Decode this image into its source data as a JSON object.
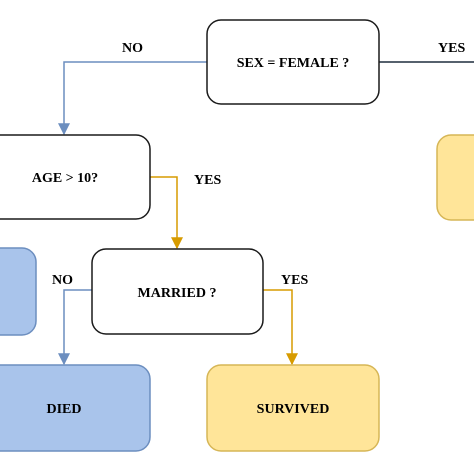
{
  "nodes": {
    "root": {
      "label": "SEX = FEMALE ?"
    },
    "age": {
      "label": "AGE > 10?"
    },
    "married": {
      "label": "MARRIED ?"
    },
    "died": {
      "label": "DIED"
    },
    "survived": {
      "label": "SURVIVED"
    },
    "left_partial": {
      "label": ""
    },
    "right_partial": {
      "label": ""
    }
  },
  "edges": {
    "root_no": {
      "label": "NO"
    },
    "root_yes": {
      "label": "YES"
    },
    "age_yes": {
      "label": "YES"
    },
    "married_no": {
      "label": "NO"
    },
    "married_yes": {
      "label": "YES"
    }
  },
  "colors": {
    "decision_fill": "#ffffff",
    "decision_stroke": "#1a1a1a",
    "died_fill": "#a9c4eb",
    "died_stroke": "#6c8ebf",
    "survived_fill": "#ffe599",
    "survived_stroke": "#d6b656",
    "no_arrow": "#6c8ebf",
    "yes_arrow": "#d79b00",
    "root_yes_line": "#1f2d3d"
  }
}
